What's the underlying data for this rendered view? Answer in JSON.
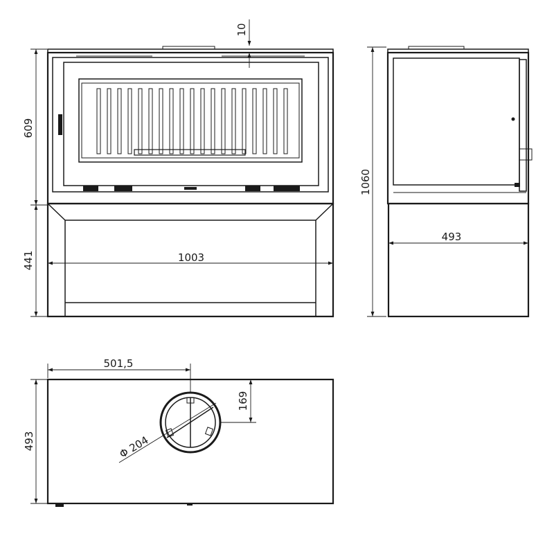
{
  "dimensions": {
    "top_gap": "10",
    "upper_height": "609",
    "lower_height": "441",
    "total_height": "1060",
    "width": "1003",
    "depth": "493",
    "flue_offset_x": "501,5",
    "flue_offset_y": "169",
    "plan_depth": "493",
    "flue_diameter": "Φ 204"
  }
}
